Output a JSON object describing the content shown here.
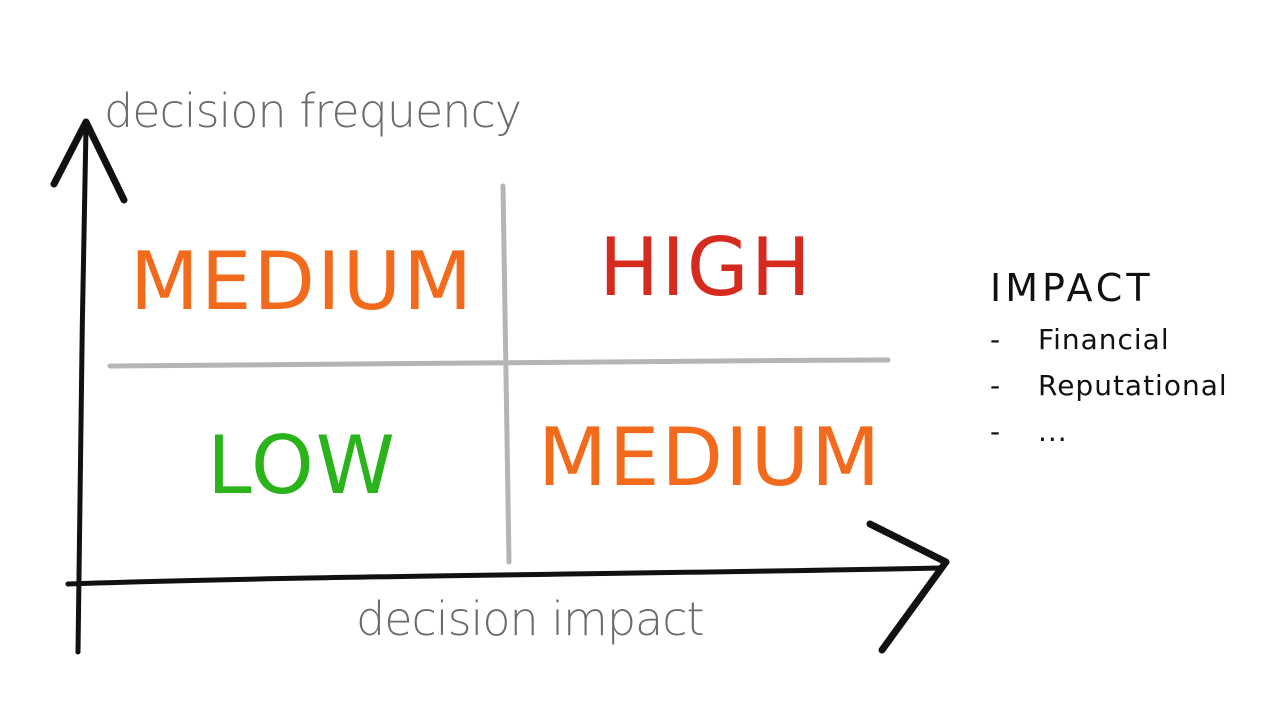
{
  "axes": {
    "y_label": "decision frequency",
    "x_label": "decision impact"
  },
  "quadrants": {
    "top_left": {
      "label": "MEDIUM",
      "color": "#f26b1d"
    },
    "top_right": {
      "label": "HIGH",
      "color": "#d62a1f"
    },
    "bottom_left": {
      "label": "LOW",
      "color": "#2bb31c"
    },
    "bottom_right": {
      "label": "MEDIUM",
      "color": "#f26b1d"
    }
  },
  "legend": {
    "title": "IMPACT",
    "bullet": "-",
    "items": [
      "Financial",
      "Reputational",
      "..."
    ]
  },
  "colors": {
    "axis": "#111111",
    "grid": "#b5b5b5",
    "axis_label": "#6b6b6b"
  }
}
